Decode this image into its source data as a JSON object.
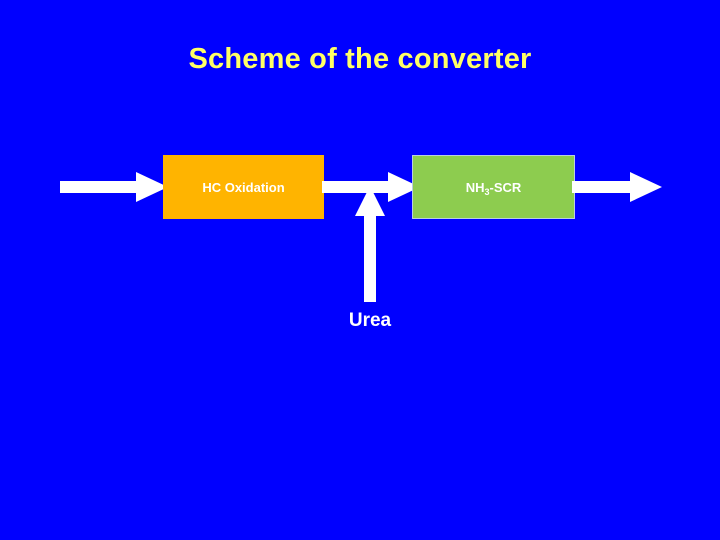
{
  "slide": {
    "background_color": "#0000FF",
    "title": "Scheme of the converter",
    "title_color": "#FFFF66"
  },
  "diagram": {
    "type": "process-flow",
    "boxes": [
      {
        "id": "hc-oxidation",
        "label": "HC Oxidation",
        "label_color": "#FFFFFF",
        "fill_color": "#FFB400"
      },
      {
        "id": "nh3-scr",
        "label_html": "NH3-SCR",
        "label_main": "NH",
        "label_sub": "3",
        "label_tail": "-SCR",
        "label_color": "#FFFFFF",
        "fill_color": "#8DCC4F",
        "border_color": "#B9CFE0"
      }
    ],
    "arrows": [
      {
        "id": "inlet",
        "direction": "right",
        "color": "#FFFFFF"
      },
      {
        "id": "middle",
        "direction": "right",
        "color": "#FFFFFF"
      },
      {
        "id": "outlet",
        "direction": "right",
        "color": "#FFFFFF"
      },
      {
        "id": "urea-injection",
        "direction": "up",
        "color": "#FFFFFF"
      }
    ],
    "captions": [
      {
        "id": "urea",
        "text": "Urea",
        "color": "#FFFFFF"
      }
    ]
  }
}
